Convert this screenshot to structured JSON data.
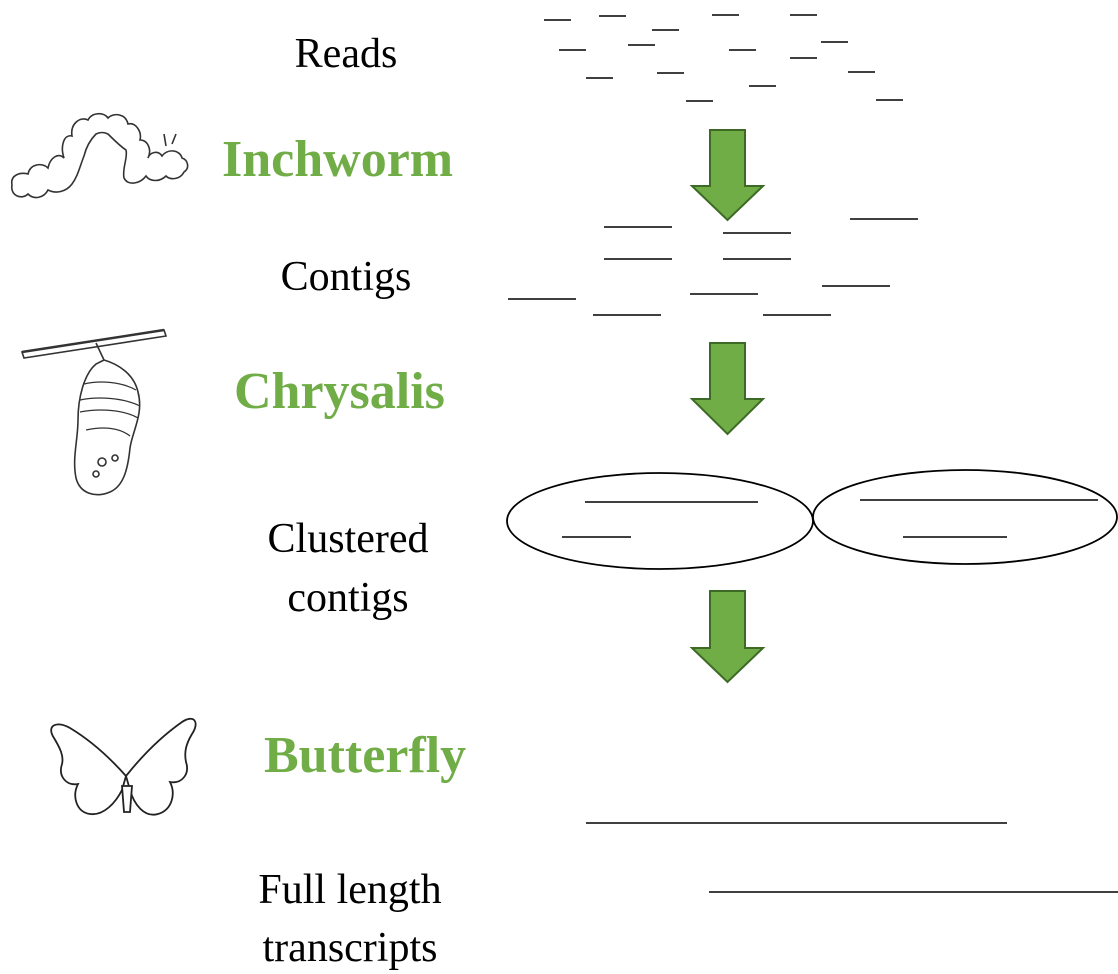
{
  "labels": {
    "reads": "Reads",
    "contigs": "Contigs",
    "clustered_line1": "Clustered",
    "clustered_line2": "contigs",
    "full_line1": "Full length",
    "full_line2": "transcripts"
  },
  "stages": {
    "inchworm": "Inchworm",
    "chrysalis": "Chrysalis",
    "butterfly": "Butterfly"
  },
  "colors": {
    "stage_text": "#70ad47",
    "arrow_fill": "#70ad47",
    "arrow_stroke": "#3d6b25",
    "line": "#000000"
  },
  "icons": [
    "inchworm-icon",
    "chrysalis-icon",
    "butterfly-icon"
  ]
}
